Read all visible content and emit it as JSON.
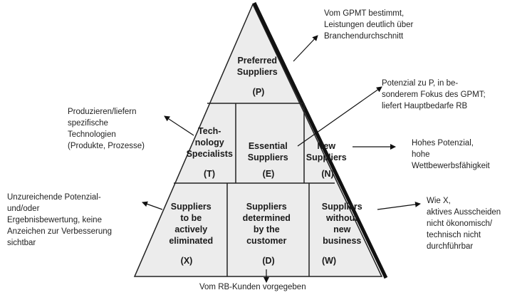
{
  "colors": {
    "fill": "#ececec",
    "line": "#111111"
  },
  "segments": {
    "preferred": {
      "name": [
        "Preferred",
        "Suppliers"
      ],
      "code": "(P)"
    },
    "technology": {
      "name": [
        "Tech-",
        "nology",
        "Specialists"
      ],
      "code": "(T)"
    },
    "essential": {
      "name": [
        "Essential",
        "Suppliers"
      ],
      "code": "(E)"
    },
    "new": {
      "name": [
        "New",
        "Suppliers"
      ],
      "code": "(N)"
    },
    "eliminated": {
      "name": [
        "Suppliers",
        "to be",
        "actively",
        "eliminated"
      ],
      "code": "(X)"
    },
    "determined": {
      "name": [
        "Suppliers",
        "determined",
        "by the",
        "customer"
      ],
      "code": "(D)"
    },
    "without": {
      "name": [
        "Suppliers",
        "without",
        "new",
        "business"
      ],
      "code": "(W)"
    }
  },
  "annotations": {
    "preferred": [
      "Vom GPMT bestimmt,",
      "Leistungen deutlich über",
      "Branchendurchschnitt"
    ],
    "new_p": [
      "Potenzial zu P, in be-",
      "sonderem Fokus des GPMT;",
      "liefert Hauptbedarfe RB"
    ],
    "technology": [
      "Produzieren/liefern",
      "spezifische",
      "Technologien",
      "(Produkte, Prozesse)"
    ],
    "new": [
      "Hohes Potenzial,",
      "hohe",
      "Wettbewerbsfähigkeit"
    ],
    "eliminated": [
      "Unzureichende Potenzial-",
      "und/oder",
      "Ergebnisbewertung, keine",
      "Anzeichen zur Verbesserung",
      "sichtbar"
    ],
    "without": [
      "Wie X,",
      "aktives Ausscheiden",
      "nicht ökonomisch/",
      "technisch nicht",
      "durchführbar"
    ],
    "determined": [
      "Vom RB-Kunden vorgegeben"
    ]
  }
}
